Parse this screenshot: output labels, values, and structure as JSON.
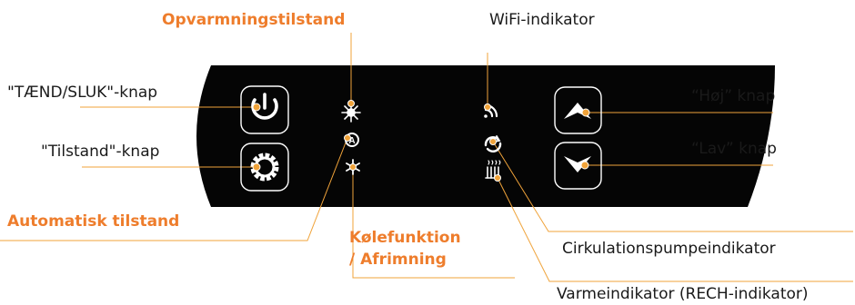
{
  "colors": {
    "panel": "#050505",
    "accent": "#ee7d2c",
    "leader": "#f0a33a",
    "text": "#1a1a1a",
    "icon": "#ffffff"
  },
  "labels": {
    "heating_mode": "Opvarmningstilstand",
    "wifi_indicator": "WiFi-indikator",
    "power_button": "\"TÆND/SLUK\"-knap",
    "mode_button": "\"Tilstand\"-knap",
    "high_button": "“Høj” knap",
    "low_button": "“Lav” knap",
    "auto_mode": "Automatisk tilstand",
    "cooling_line1": "Kølefunktion",
    "cooling_line2": "/ Afrimning",
    "circulation_pump": "Cirkulationspumpeindikator",
    "heater_indicator": "Varmeindikator (RECH-indikator)"
  },
  "icons": {
    "power": "power-icon",
    "mode": "gear-icon",
    "up": "chevron-up-icon",
    "down": "chevron-down-icon",
    "sun": "sun-icon",
    "auto": "auto-a-icon",
    "snow": "snowflake-icon",
    "wifi": "wifi-icon",
    "pump": "circulation-icon",
    "heater": "heater-icon"
  }
}
